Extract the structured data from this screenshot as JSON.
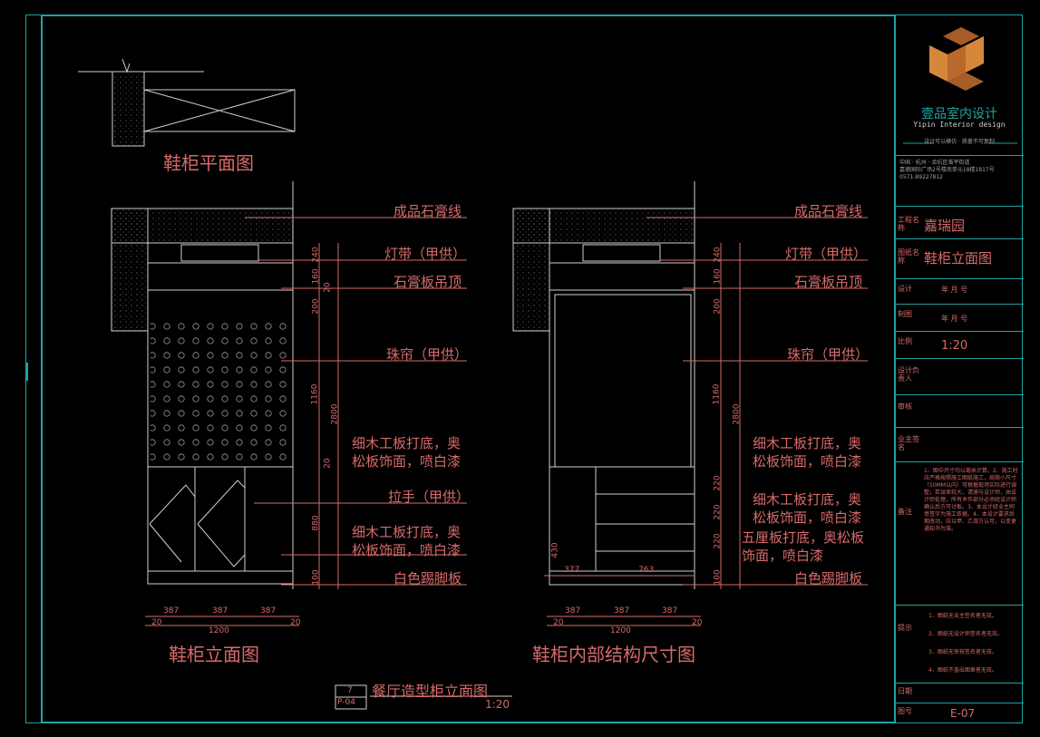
{
  "drawing": {
    "plan_title": "鞋柜平面图",
    "elev_title": "鞋柜立面图",
    "internal_title": "鞋柜内部结构尺寸图",
    "main_caption": "餐厅造型柜立面图",
    "main_scale": "1:20",
    "callout_num": "7",
    "callout_sheet": "P-04"
  },
  "left_labels": {
    "l1": "成品石膏线",
    "l2": "灯带（甲供）",
    "l3": "石膏板吊顶",
    "l4": "珠帘（甲供）",
    "l5a": "细木工板打底，奥",
    "l5b": "松板饰面，喷白漆",
    "l6": "拉手（甲供）",
    "l7a": "细木工板打底，奥",
    "l7b": "松板饰面，喷白漆",
    "l8": "白色踢脚板"
  },
  "right_labels": {
    "r1": "成品石膏线",
    "r2": "灯带（甲供）",
    "r3": "石膏板吊顶",
    "r4": "珠帘（甲供）",
    "r5a": "细木工板打底，奥",
    "r5b": "松板饰面，喷白漆",
    "r6a": "细木工板打底，奥",
    "r6b": "松板饰面，喷白漆",
    "r7a": "五厘板打底，奥松板",
    "r7b": "饰面，喷白漆",
    "r8": "白色踢脚板"
  },
  "dims": {
    "d240": "240",
    "d160": "160",
    "d20a": "20",
    "d200": "200",
    "d1160": "1160",
    "d2800": "2800",
    "d20b": "20",
    "d880": "880",
    "d100": "100",
    "d387a": "387",
    "d387b": "387",
    "d387c": "387",
    "d20c": "20",
    "d20d": "20",
    "d1200": "1200",
    "d220a": "220",
    "d220b": "220",
    "d430": "430",
    "d377": "377",
    "d763": "763"
  },
  "titleblock": {
    "company": "壹品室内设计",
    "company_en": "Yipin Interior design",
    "tagline": "设计可以模仿 · 质量不可复制",
    "address1": "中国 · 杭州 · 余杭区临平街道",
    "address2": "嘉德国际广场2号楼南单元18楼1817号",
    "address3": "0571-89227812",
    "project_key": "工程名称",
    "project_val": "嘉瑞园",
    "drawing_key": "图纸名称",
    "drawing_val": "鞋柜立面图",
    "design_key": "设计",
    "design_val": "年 月 号",
    "draw_key": "制图",
    "draw_val": "年 月 号",
    "scale_key": "比例",
    "scale_val": "1:20",
    "resp_key": "设计负责人",
    "approve_key": "审核",
    "owner_key": "业主签名",
    "notes_key": "备注",
    "notes": "1、图中尺寸均以毫米计算。2、施工时应严格按照施工图纸施工，局限小尺寸（50MM以内）可根据现场实际进行调整；若误差较大，请速与设计师，由设计师处理，所有木作部分必须经设计师确认后方可讨板。3、本设计经业主同意签字为施工依据。4、本设计要求后期改动，应以甲、乙双方认可，以变更通知书为准。",
    "tips_key": "提示",
    "tip1": "1、图纸无业主签名者无效。",
    "tip2": "2、图纸无设计师签名者无效。",
    "tip3": "3、图纸无审核签名者无效。",
    "tip4": "4、图纸不盖出图章者无效。",
    "date_key": "日期",
    "sheet_key": "图号",
    "sheet_val": "E-07"
  },
  "colors": {
    "frame": "#1fa3a3",
    "text": "#d86a6a",
    "line": "#cfcfcf",
    "accent": "#d7873a"
  }
}
